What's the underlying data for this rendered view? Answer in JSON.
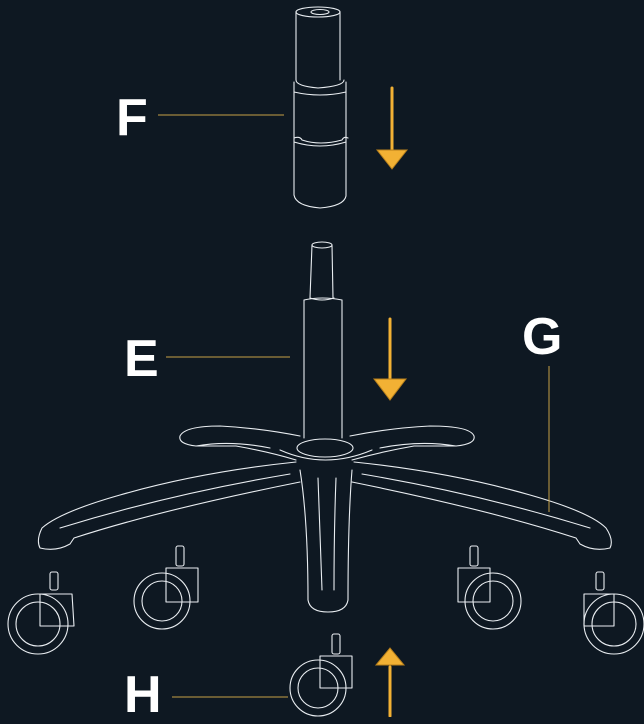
{
  "labels": {
    "F": "F",
    "E": "E",
    "G": "G",
    "H": "H"
  },
  "colors": {
    "background": "#0e1822",
    "outline": "#e9edf1",
    "arrow": "#f2b134",
    "leader": "#c7a046",
    "label": "#ffffff"
  },
  "arrows": [
    {
      "name": "arrow-down-f",
      "direction": "down"
    },
    {
      "name": "arrow-down-e",
      "direction": "down"
    },
    {
      "name": "arrow-up-h",
      "direction": "up"
    }
  ]
}
